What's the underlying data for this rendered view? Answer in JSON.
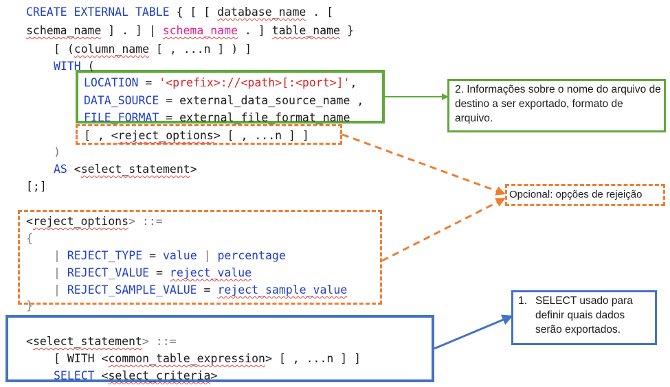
{
  "code": {
    "l1": {
      "a": "CREATE EXTERNAL TABLE",
      "b": " { [ [ ",
      "c": "database_name",
      "d": " . ["
    },
    "l2": {
      "a": "schema_name",
      "b": " ] . ] | ",
      "c": "schema_name",
      "d": " . ] ",
      "e": "table_name",
      "f": " }"
    },
    "l3": {
      "a": "[ (",
      "b": "column_name",
      "c": " [ , ...n ] ) ]"
    },
    "l4": {
      "a": "WITH",
      "b": " ("
    },
    "l5": {
      "a": "LOCATION",
      "b": " = ",
      "c": "'<prefix>://<path>[:<port>]'",
      "d": ","
    },
    "l6": {
      "a": "DATA_SOURCE",
      "b": " = external_data_source_name ,"
    },
    "l7": {
      "a": "FILE_FORMAT",
      "b": " = external_file_format_name"
    },
    "l8": {
      "a": "[ , <",
      "b": "reject_options",
      "c": "> [ , ...n ] ]"
    },
    "l9": {
      "a": ")"
    },
    "l10": {
      "a": "AS",
      "b": " <",
      "c": "select_statement",
      "d": ">"
    },
    "l11": {
      "a": "[;]"
    },
    "l12": {
      "a": "<",
      "b": "reject_options",
      "c": "> ::="
    },
    "l13": {
      "a": "{"
    },
    "l14": {
      "a": "| ",
      "b": "REJECT_TYPE",
      "c": " = ",
      "d": "value",
      "e": " | ",
      "f": "percentage"
    },
    "l15": {
      "a": "| ",
      "b": "REJECT_VALUE",
      "c": " = ",
      "d": "reject_value"
    },
    "l16": {
      "a": "| ",
      "b": "REJECT_SAMPLE_VALUE",
      "c": " = ",
      "d": "reject_sample_value"
    },
    "l17": {
      "a": "}"
    },
    "l18": {
      "a": "<",
      "b": "select_statement",
      "c": "> ::="
    },
    "l19": {
      "a": "[ WITH <",
      "b": "common_table_expression",
      "c": "> [ , ...n ] ]"
    },
    "l20": {
      "a": "SELECT",
      "b": " <",
      "c": "select_criteria",
      "d": ">"
    }
  },
  "callouts": {
    "info_text": "2. Informações sobre o nome do arquivo de destino a ser exportado, formato de arquivo.",
    "optional_text": "Opcional: opções de rejeição",
    "select_number": "1.",
    "select_text": "SELECT usado para definir quais dados serão exportados."
  },
  "colors": {
    "green_box": "#5fa83a",
    "orange_box": "#ee7d31",
    "blue_box": "#4472c4",
    "keyword": "#1f3ec9",
    "string": "#d8232a",
    "magenta": "#e3248e"
  }
}
